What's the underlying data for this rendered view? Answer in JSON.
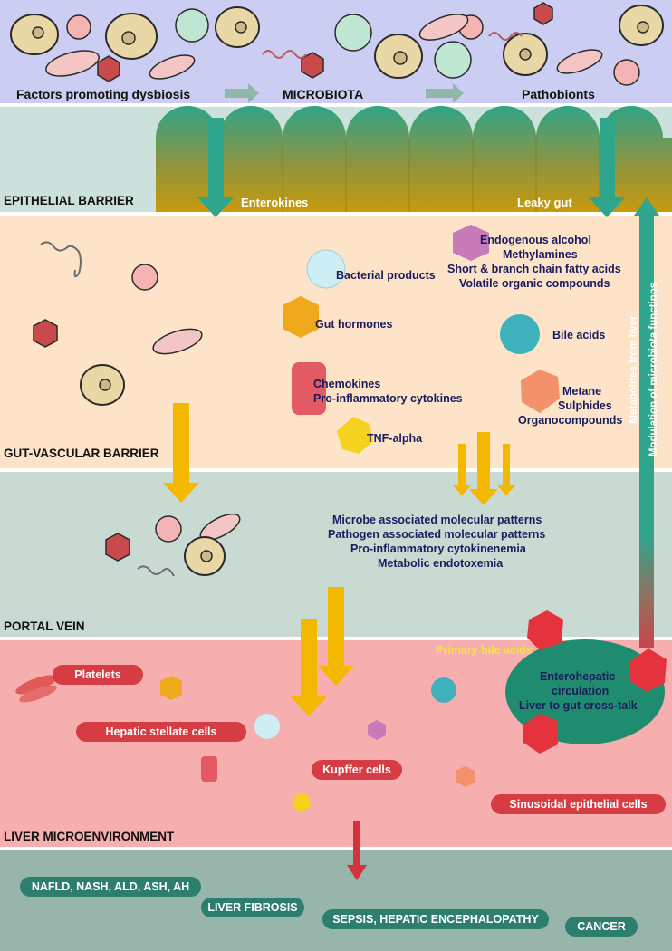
{
  "header": {
    "factors": "Factors promoting dysbiosis",
    "microbiota": "MICROBIOTA",
    "pathobionts": "Pathobionts"
  },
  "epithelial": {
    "title": "EPITHELIAL BARRIER",
    "enterokines": "Enterokines",
    "leaky_gut": "Leaky gut"
  },
  "gut_vascular": {
    "title": "GUT-VASCULAR BARRIER",
    "bacterial_products": "Bacterial products",
    "gut_hormones": "Gut hormones",
    "chemokines": [
      "Chemokines",
      "Pro-inflammatory cytokines"
    ],
    "tnf": "TNF-alpha",
    "alcohol_group": [
      "Endogenous alcohol",
      "Methylamines",
      "Short & branch chain fatty acids",
      "Volatile organic compounds"
    ],
    "bile_acids": "Bile acids",
    "metane_group": [
      "Metane",
      "Sulphides",
      "Organocompounds"
    ]
  },
  "side_arrow": {
    "line1": "Metabolites from liver",
    "line2": "Modulation of microbiota functinos"
  },
  "portal": {
    "title": "PORTAL VEIN",
    "patterns": [
      "Microbe associated molecular patterns",
      "Pathogen associated molecular patterns",
      "Pro-inflammatory cytokinenemia",
      "Metabolic endotoxemia"
    ]
  },
  "liver": {
    "title": "LIVER MICROENVIRONMENT",
    "primary_bile": "Primary bile acids",
    "platelets": "Platelets",
    "stellate": "Hepatic stellate cells",
    "kupffer": "Kupffer cells",
    "sinusoidal": "Sinusoidal epithelial cells",
    "enterohepatic": [
      "Enterohepatic",
      "circulation",
      "Liver to gut cross-talk"
    ]
  },
  "outcomes": [
    "NAFLD, NASH, ALD, ASH, AH",
    "LIVER FIBROSIS",
    "SEPSIS, HEPATIC ENCEPHALOPATHY",
    "CANCER"
  ],
  "colors": {
    "header_bg": "#cccdf3",
    "epithelial_bg": "#cde1dc",
    "gut_bg": "#fde3c8",
    "portal_bg": "#c9dad3",
    "liver_bg": "#f6aeae",
    "outcome_bg": "#97b5aa",
    "teal": "#2fa58c",
    "gold": "#f5b800",
    "pill_red": "#d63c44",
    "pill_green": "#2d7e6c",
    "label_navy": "#1b1b5e"
  }
}
